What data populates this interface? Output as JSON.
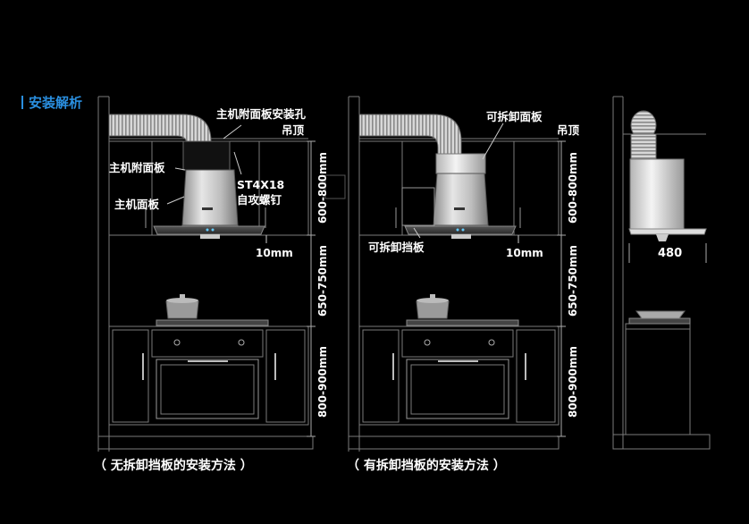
{
  "heading": "安装解析",
  "left_diagram": {
    "label_hood_attach_panel_hole": "主机附面板安装孔",
    "label_ceiling": "吊顶",
    "label_attach_panel": "主机附面板",
    "label_main_panel": "主机面板",
    "label_screw": "ST4X18\n自攻螺钉",
    "dim_600_800": "600-800mm",
    "dim_10mm": "10mm",
    "dim_650_750": "650-750mm",
    "dim_800_900": "800-900mm",
    "caption": "（ 无拆卸挡板的安装方法 ）"
  },
  "middle_diagram": {
    "label_removable_panel": "可拆卸面板",
    "label_ceiling": "吊顶",
    "label_removable_baffle": "可拆卸挡板",
    "dim_600_800": "600-800mm",
    "dim_10mm": "10mm",
    "dim_650_750": "650-750mm",
    "dim_800_900": "800-900mm",
    "caption": "（ 有拆卸挡板的安装方法 ）"
  },
  "side_view": {
    "dim_480": "480"
  }
}
